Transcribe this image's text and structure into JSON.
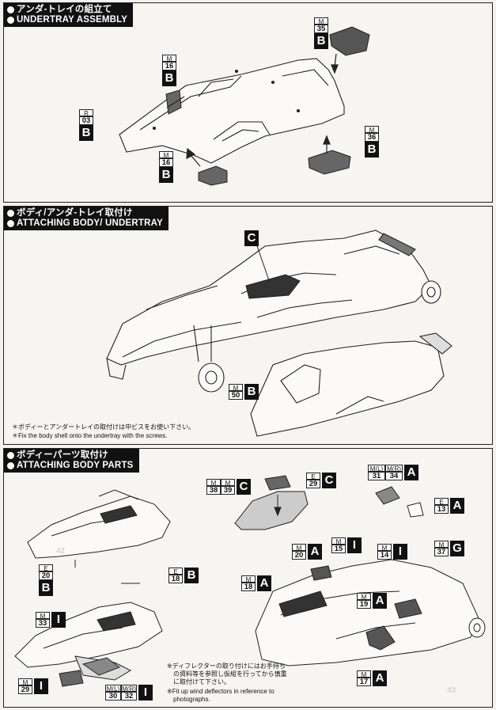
{
  "sections": [
    {
      "title_jp": "アンダ-トレイの組立て",
      "title_en": "UNDERTRAY ASSEMBLY"
    },
    {
      "title_jp": "ボディ/アンダ-トレイ取付け",
      "title_en": "ATTACHING BODY/ UNDERTRAY"
    },
    {
      "title_jp": "ボディーパーツ取付け",
      "title_en": "ATTACHING BODY PARTS"
    }
  ],
  "tags": {
    "t1": {
      "hdr": [
        "M"
      ],
      "num": [
        "35"
      ],
      "sprue": "B"
    },
    "t2": {
      "hdr": [
        "M"
      ],
      "num": [
        "16"
      ],
      "sprue": "B"
    },
    "t3": {
      "hdr": [
        "R"
      ],
      "num": [
        "03"
      ],
      "sprue": "B"
    },
    "t4": {
      "hdr": [
        "M"
      ],
      "num": [
        "16"
      ],
      "sprue": "B"
    },
    "t5": {
      "hdr": [
        "M"
      ],
      "num": [
        "36"
      ],
      "sprue": "B"
    },
    "t6": {
      "hdr": [
        "M"
      ],
      "num": [
        "50"
      ],
      "sprue": "B"
    },
    "t7": {
      "hdr": [
        "M",
        "M"
      ],
      "num": [
        "38",
        "39"
      ],
      "sprue": "C"
    },
    "t8": {
      "hdr": [
        "E"
      ],
      "num": [
        "29"
      ],
      "sprue": "C"
    },
    "t9": {
      "hdr": [
        "M(L)",
        "M(R)"
      ],
      "num": [
        "31",
        "34"
      ],
      "sprue": "A"
    },
    "t10": {
      "hdr": [
        "E"
      ],
      "num": [
        "13"
      ],
      "sprue": "A"
    },
    "t11": {
      "hdr": [
        "E"
      ],
      "num": [
        "20"
      ],
      "sprue": "B"
    },
    "t12": {
      "hdr": [
        "E"
      ],
      "num": [
        "18"
      ],
      "sprue": "B"
    },
    "t13": {
      "hdr": [
        "M"
      ],
      "num": [
        "20"
      ],
      "sprue": "A"
    },
    "t14": {
      "hdr": [
        "M"
      ],
      "num": [
        "15"
      ],
      "sprue": "I"
    },
    "t15": {
      "hdr": [
        "M"
      ],
      "num": [
        "14"
      ],
      "sprue": "I"
    },
    "t16": {
      "hdr": [
        "M"
      ],
      "num": [
        "37"
      ],
      "sprue": "G"
    },
    "t17": {
      "hdr": [
        "M"
      ],
      "num": [
        "18"
      ],
      "sprue": "A"
    },
    "t18": {
      "hdr": [
        "M"
      ],
      "num": [
        "33"
      ],
      "sprue": "I"
    },
    "t19": {
      "hdr": [
        "M"
      ],
      "num": [
        "19"
      ],
      "sprue": "A"
    },
    "t20": {
      "hdr": [
        "M"
      ],
      "num": [
        "17"
      ],
      "sprue": "A"
    },
    "t21": {
      "hdr": [
        "M"
      ],
      "num": [
        "29"
      ],
      "sprue": "I"
    },
    "t22": {
      "hdr": [
        "M(L)",
        "M(R)"
      ],
      "num": [
        "30",
        "32"
      ],
      "sprue": "I"
    }
  },
  "callout_c": "C",
  "notes": {
    "screws_jp": "＊ボディーとアンダートレイの取付けは中ビスをお使い下さい。",
    "screws_en": "＊Fix the body shell onto the undertray with the screws.",
    "deflector_jp_1": "※ディフレクターの取り付けにはお手持ち",
    "deflector_jp_2": "の資料等を参照し仮組を行ってから慎重",
    "deflector_jp_3": "に取付けて下さい。",
    "deflector_en_1": "※Fit up wind deflectors in reference to",
    "deflector_en_2": "photographs."
  },
  "ghost_text": [
    "42",
    "43"
  ]
}
